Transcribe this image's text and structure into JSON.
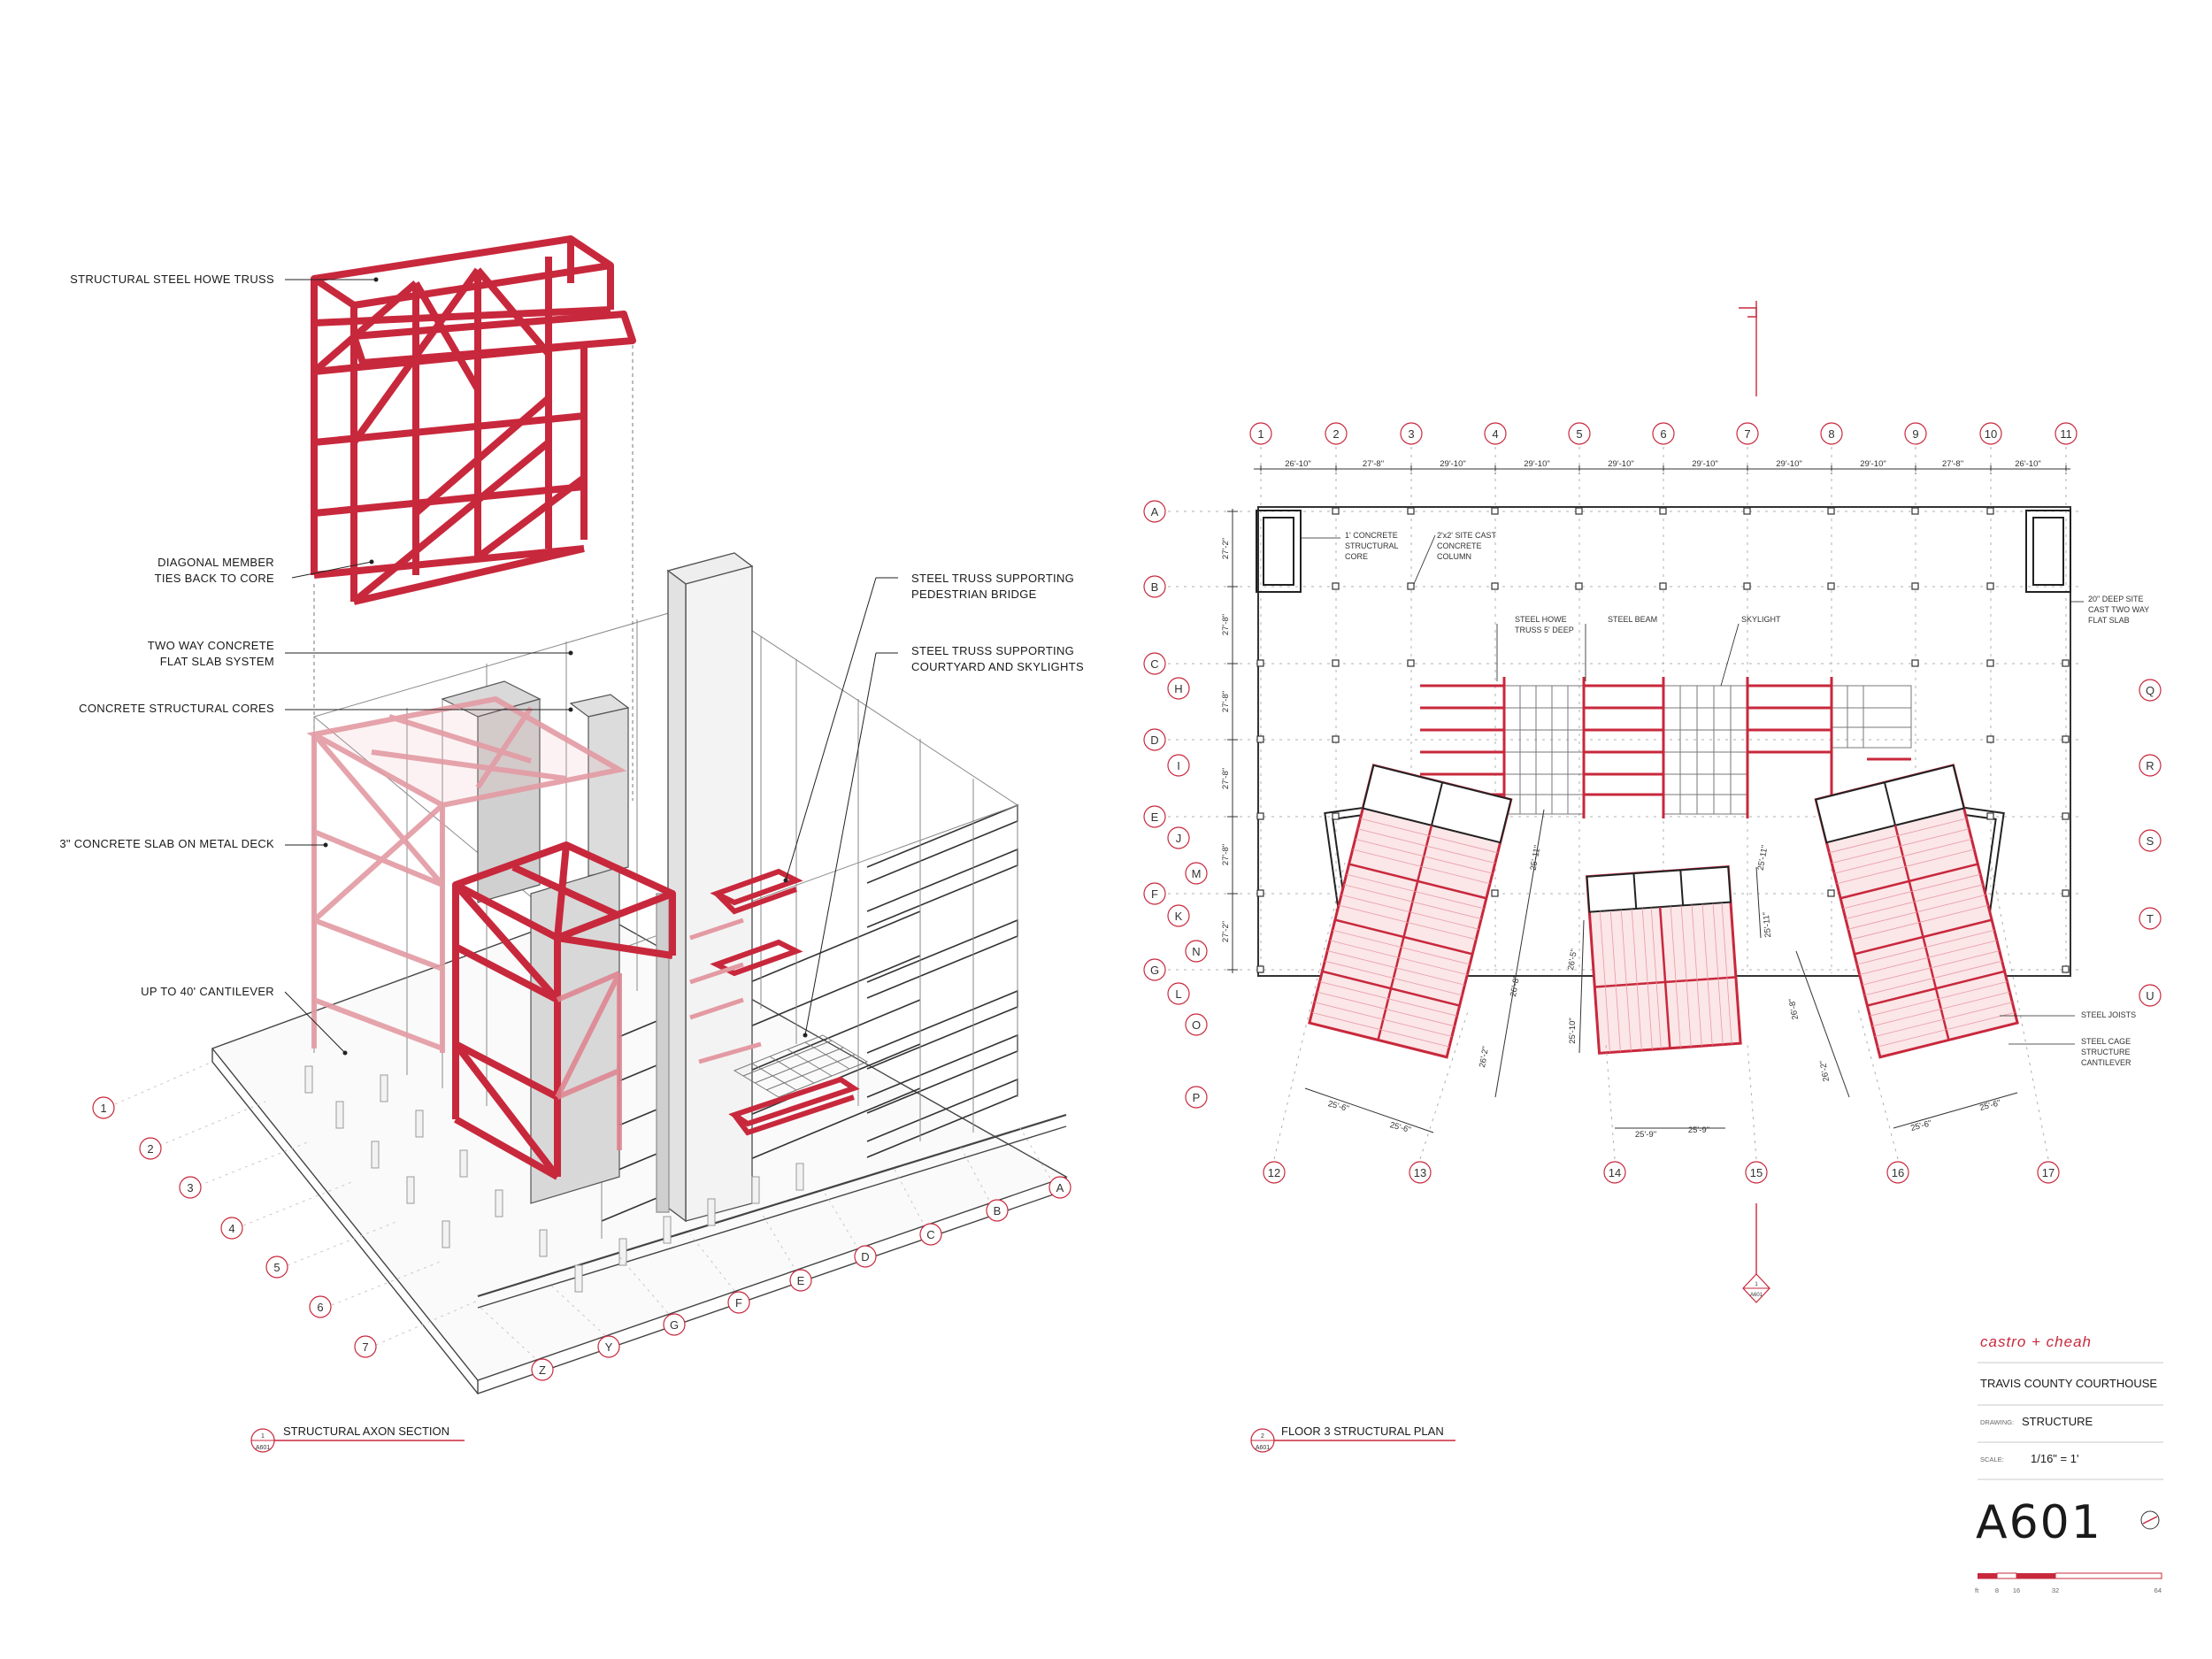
{
  "sheet": {
    "number": "A601",
    "firm": "castro + cheah",
    "project": "TRAVIS COUNTY COURTHOUSE",
    "drawing_key": "DRAWING:",
    "drawing": "STRUCTURE",
    "scale_key": "SCALE:",
    "scale": "1/16\" = 1'",
    "scalebar_labels": [
      "ft",
      "8",
      "16",
      "32",
      "64"
    ]
  },
  "axon": {
    "title": "STRUCTURAL AXON SECTION",
    "title_ref_num": "1",
    "title_ref_sheet": "A601",
    "callouts_left": [
      {
        "lines": [
          "STRUCTURAL STEEL HOWE TRUSS"
        ]
      },
      {
        "lines": [
          "DIAGONAL MEMBER",
          "TIES BACK TO CORE"
        ]
      },
      {
        "lines": [
          "TWO WAY CONCRETE",
          "FLAT SLAB SYSTEM"
        ]
      },
      {
        "lines": [
          "CONCRETE STRUCTURAL CORES"
        ]
      },
      {
        "lines": [
          "3\" CONCRETE SLAB ON METAL DECK"
        ]
      },
      {
        "lines": [
          "UP TO 40' CANTILEVER"
        ]
      }
    ],
    "callouts_right": [
      {
        "lines": [
          "STEEL TRUSS SUPPORTING",
          "PEDESTRIAN BRIDGE"
        ]
      },
      {
        "lines": [
          "STEEL TRUSS SUPPORTING",
          "COURTYARD AND SKYLIGHTS"
        ]
      }
    ],
    "grid_numbers": [
      "1",
      "2",
      "3",
      "4",
      "5",
      "6",
      "7"
    ],
    "grid_letters": [
      "Z",
      "Y",
      "G",
      "F",
      "E",
      "D",
      "C",
      "B",
      "A"
    ]
  },
  "plan": {
    "title": "FLOOR 3 STRUCTURAL PLAN",
    "title_ref_num": "2",
    "title_ref_sheet": "A601",
    "section_marker_num": "1",
    "section_marker_sheet": "A601",
    "top_grid": [
      "1",
      "2",
      "3",
      "4",
      "5",
      "6",
      "7",
      "8",
      "9",
      "10",
      "11"
    ],
    "top_dims": [
      "26'-10\"",
      "27'-8\"",
      "29'-10\"",
      "29'-10\"",
      "29'-10\"",
      "29'-10\"",
      "29'-10\"",
      "29'-10\"",
      "27'-8\"",
      "26'-10\""
    ],
    "left_grid": [
      "A",
      "B",
      "C",
      "D",
      "E",
      "F",
      "G"
    ],
    "left_dims": [
      "27'-2\"",
      "27'-8\"",
      "27'-8\"",
      "27'-8\"",
      "27'-8\"",
      "27'-2\""
    ],
    "left_rot_grid": [
      "H",
      "I",
      "J",
      "K",
      "L",
      "M",
      "N",
      "O",
      "P"
    ],
    "right_grid": [
      "Q",
      "R",
      "S",
      "T",
      "U"
    ],
    "bottom_grid": [
      "12",
      "13",
      "14",
      "15",
      "16",
      "17"
    ],
    "bottom_dims": [
      "25'-6\"",
      "25'-6\"",
      "25'-9\"",
      "25'-9\"",
      "25'-6\"",
      "25'-6\""
    ],
    "mid_dims": [
      "25'-11\"",
      "25'-11\"",
      "26'-5\"",
      "26'-8\"",
      "26'-2\"",
      "25'-10\"",
      "25'-11\"",
      "26'-8\"",
      "26'-2\""
    ],
    "notes": {
      "core": [
        "1' CONCRETE",
        "STRUCTURAL",
        "CORE"
      ],
      "column": [
        "2'x2' SITE CAST",
        "CONCRETE",
        "COLUMN"
      ],
      "howe": [
        "STEEL HOWE",
        "TRUSS 5' DEEP"
      ],
      "beam": [
        "STEEL BEAM"
      ],
      "skylight": [
        "SKYLIGHT"
      ],
      "slab": [
        "20\" DEEP SITE",
        "CAST TWO WAY",
        "FLAT SLAB"
      ],
      "joists": [
        "STEEL JOISTS"
      ],
      "cage": [
        "STEEL CAGE",
        "STRUCTURE",
        "CANTILEVER"
      ]
    }
  },
  "colors": {
    "accent": "#c8283c",
    "light_red": "#e8a0a8",
    "line": "#1a1a1a",
    "grid": "#9a9a9a"
  }
}
